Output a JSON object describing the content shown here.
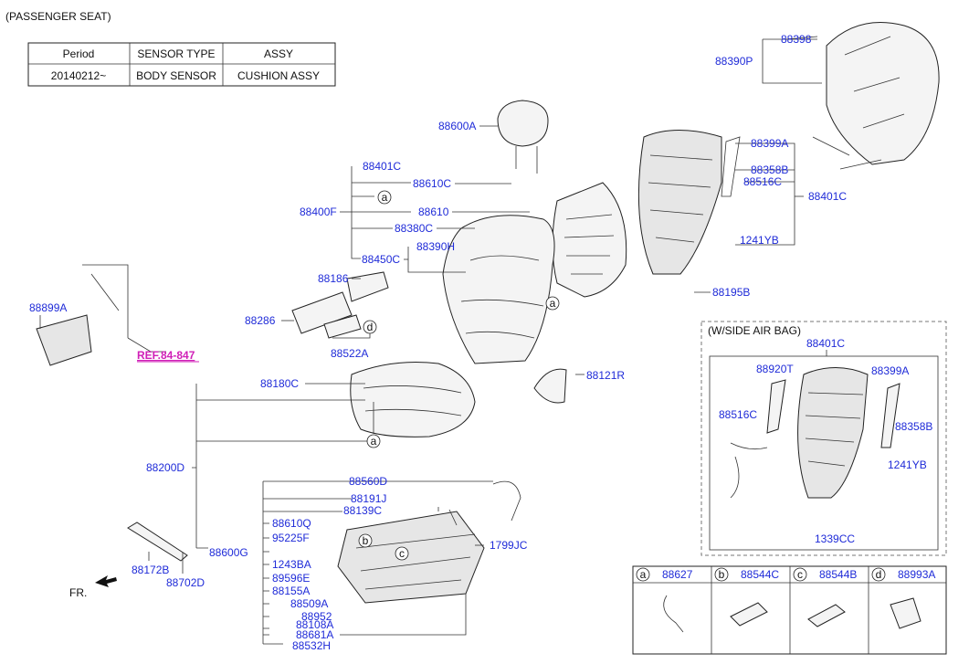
{
  "title": "(PASSENGER SEAT)",
  "spec_table": {
    "headers": [
      "Period",
      "SENSOR TYPE",
      "ASSY"
    ],
    "row": [
      "20140212~",
      "BODY SENSOR",
      "CUSHION ASSY"
    ]
  },
  "labels": {
    "p88398": "88398",
    "p88390P": "88390P",
    "p88600A": "88600A",
    "p88399A": "88399A",
    "p88358B": "88358B",
    "p88516C": "88516C",
    "p88401C_r": "88401C",
    "p1241YB": "1241YB",
    "p88195B": "88195B",
    "p88401C": "88401C",
    "p88610C": "88610C",
    "p88610": "88610",
    "p88400F": "88400F",
    "p88380C": "88380C",
    "p88390H": "88390H",
    "p88450C": "88450C",
    "p88186": "88186",
    "p88286": "88286",
    "p88522A": "88522A",
    "p88899A": "88899A",
    "ref": "REF.84-847",
    "p88180C": "88180C",
    "p88121R": "88121R",
    "p88200D": "88200D",
    "p88560D": "88560D",
    "p88191J": "88191J",
    "p88139C": "88139C",
    "p88610Q": "88610Q",
    "p95225F": "95225F",
    "p88600G": "88600G",
    "p1799JC": "1799JC",
    "p1243BA": "1243BA",
    "p89596E": "89596E",
    "p88155A": "88155A",
    "p88509A": "88509A",
    "p88952": "88952",
    "p88108A": "88108A",
    "p88681A": "88681A",
    "p88532H": "88532H",
    "p88172B": "88172B",
    "p88702D": "88702D",
    "fr": "FR."
  },
  "callouts": {
    "a": "a",
    "b": "b",
    "c": "c",
    "d": "d"
  },
  "side_airbag": {
    "title": "(W/SIDE AIR BAG)",
    "p88401C": "88401C",
    "p88920T": "88920T",
    "p88399A": "88399A",
    "p88516C": "88516C",
    "p88358B": "88358B",
    "p1241YB": "1241YB",
    "p1339CC": "1339CC"
  },
  "legend": [
    {
      "key": "a",
      "part": "88627"
    },
    {
      "key": "b",
      "part": "88544C"
    },
    {
      "key": "c",
      "part": "88544B"
    },
    {
      "key": "d",
      "part": "88993A"
    }
  ],
  "colors": {
    "label": "#1f2bd8",
    "ref": "#d01fb7",
    "line": "#333333"
  }
}
